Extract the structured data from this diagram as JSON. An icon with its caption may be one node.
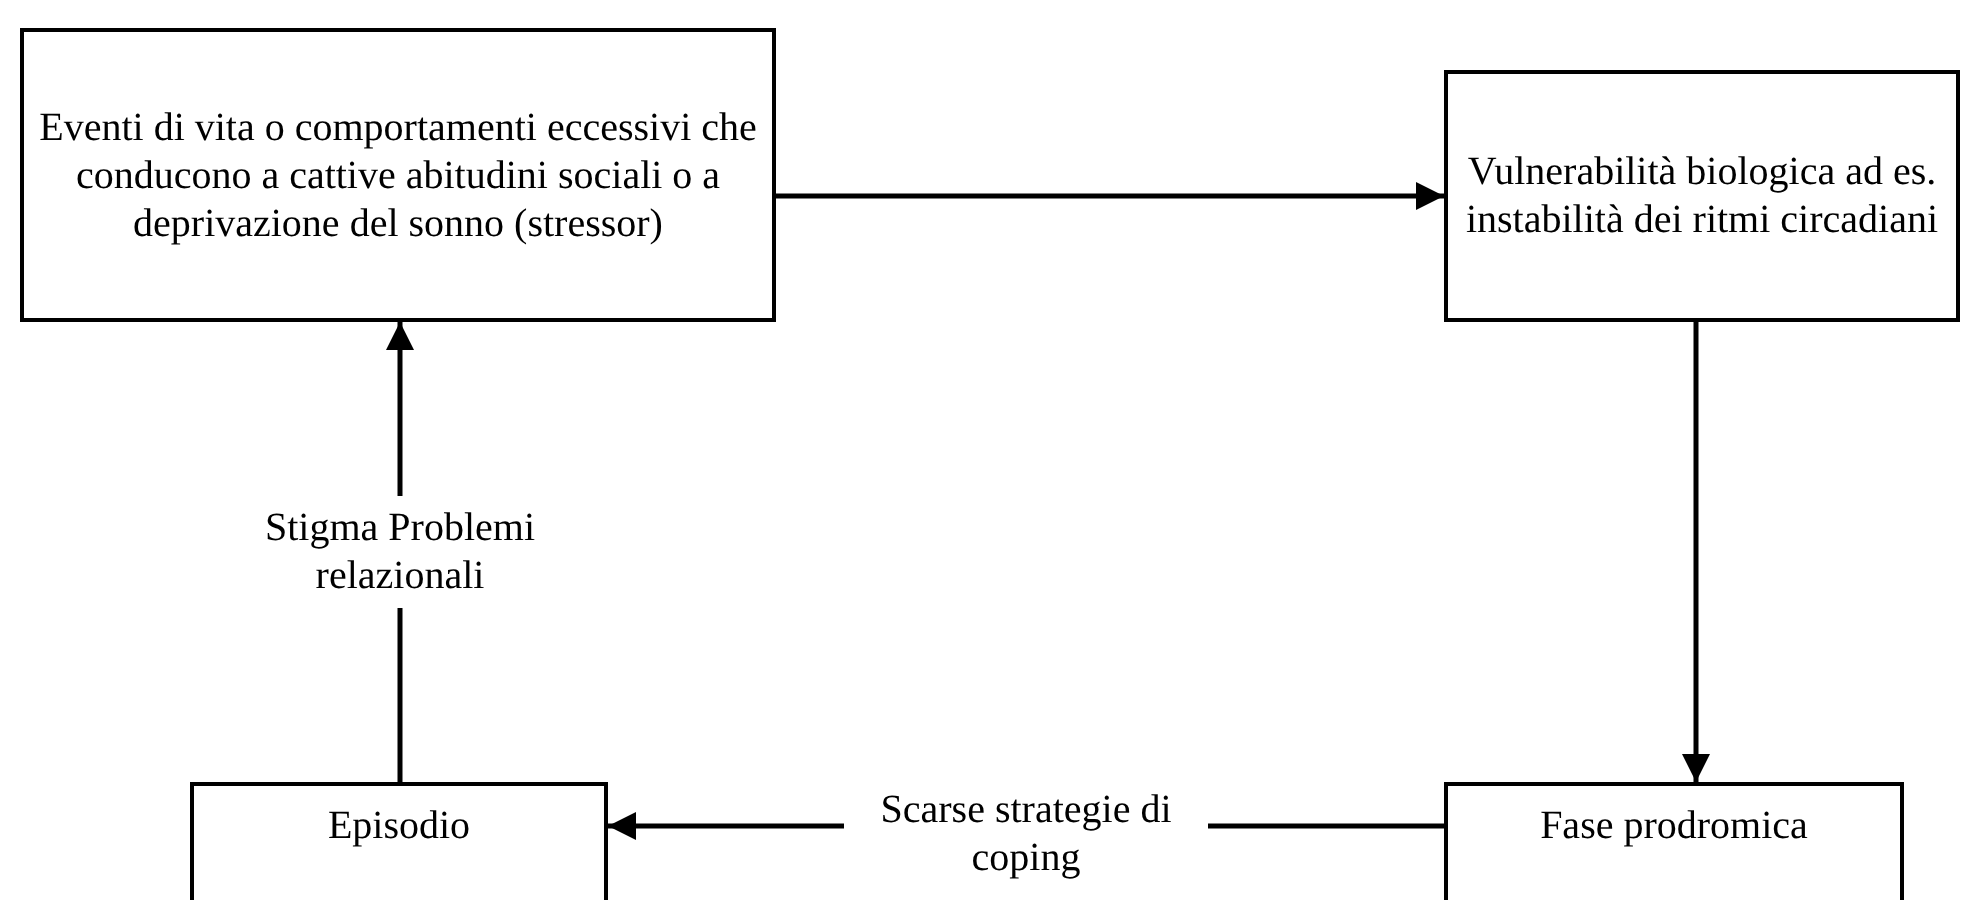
{
  "diagram": {
    "nodes": [
      {
        "text": [
          "Eventi di vita o comportamenti eccessivi che conducono a cattive abitudini sociali o a deprivazione del sonno (stressor)"
        ]
      },
      {
        "text": [
          "Vulnerabilità biologica ad es. instabilità dei ritmi circadiani"
        ]
      },
      {
        "text": [
          "Episodio"
        ]
      },
      {
        "text": [
          "Fase prodromica"
        ]
      }
    ],
    "edges": [
      {
        "from": 0,
        "to": 1,
        "arrow": "to"
      },
      {
        "from": 1,
        "to": 3,
        "arrow": "to"
      },
      {
        "from": 3,
        "to": 2,
        "arrow": "to",
        "label": "Scarse strategie di coping"
      },
      {
        "from": 2,
        "to": 0,
        "arrow": "to",
        "label": "Stigma Problemi relazionali"
      }
    ]
  }
}
